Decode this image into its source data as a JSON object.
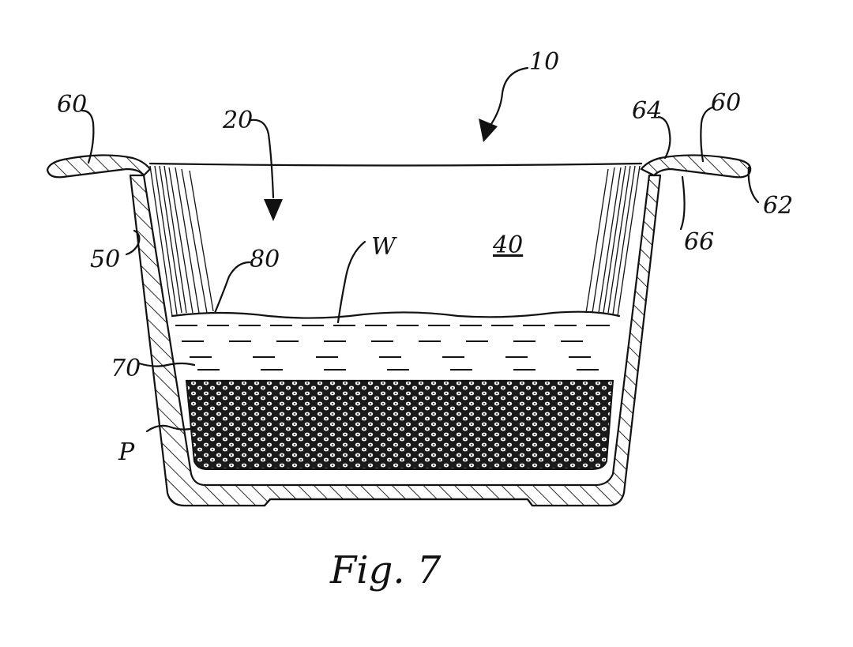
{
  "figure": {
    "caption": "Fig. 7",
    "labels": {
      "device": "10",
      "arrow_20": "20",
      "interior": "40",
      "wall": "50",
      "flange_left": "60",
      "flange_right": "60",
      "flange_edge": "62",
      "flange_top": "64",
      "flange_bottom": "66",
      "fill_line": "70",
      "surface": "80",
      "water": "W",
      "powder": "P"
    }
  }
}
